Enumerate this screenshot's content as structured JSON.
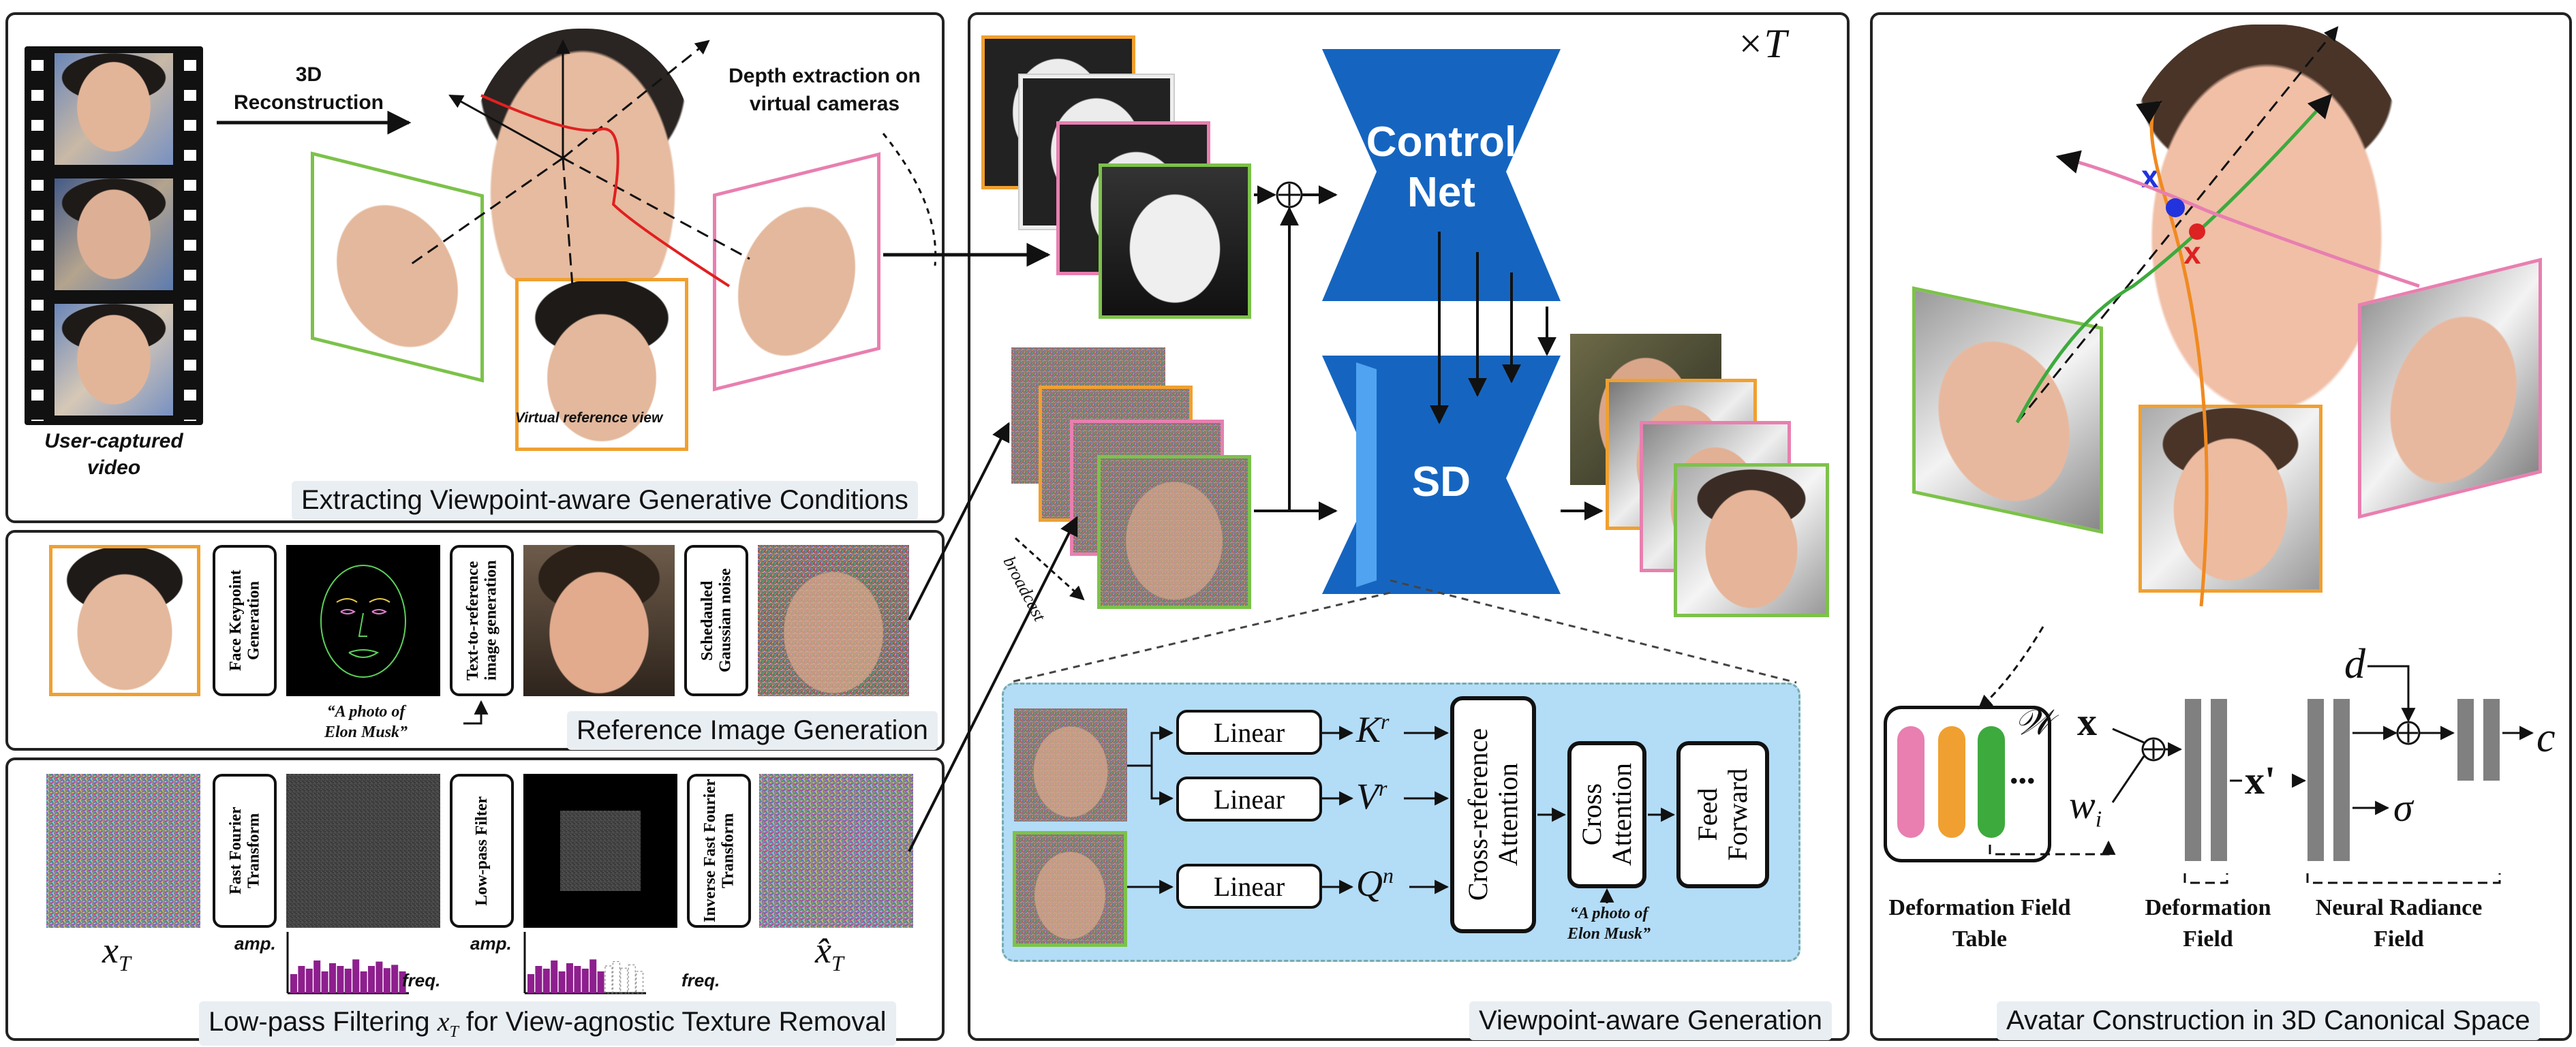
{
  "panels": {
    "extract": {
      "caption": "Extracting Viewpoint-aware Generative Conditions",
      "recon_label": "3D\nReconstruction",
      "depth_label": "Depth extraction on\nvirtual cameras",
      "video_label": "User-captured\nvideo",
      "virtual_ref_label": "Virtual reference view"
    },
    "reference": {
      "caption": "Reference Image Generation",
      "face_kp": "Face Keypoint Generation",
      "t2i": "Text-to-reference image generation",
      "noise": "Schedauled Gaussian noise",
      "prompt": "“A photo of\nElon Musk”"
    },
    "lowpass": {
      "caption_prefix": "Low-pass Filtering ",
      "caption_math": "x_T",
      "caption_suffix": " for View-agnostic Texture Removal",
      "fft": "Fast Fourier Transform",
      "lpf": "Low-pass Filter",
      "ifft": "Inverse Fast Fourier Transform",
      "xT": "x",
      "xT_sub": "T",
      "xhatT": "x̂",
      "xhatT_sub": "T",
      "amp": "amp.",
      "freq": "freq."
    },
    "generation": {
      "caption": "Viewpoint-aware Generation",
      "times_T": "×T",
      "controlnet": "Control\nNet",
      "sd": "SD",
      "broadcast": "broadcast",
      "linear": "Linear",
      "Kr": "K",
      "Kr_sup": "r",
      "Vr": "V",
      "Vr_sup": "r",
      "Qn": "Q",
      "Qn_sup": "n",
      "cross_ref": "Cross-reference\nAttention",
      "cross_attn": "Cross\nAttention",
      "feed_forward": "Feed\nForward",
      "prompt": "“A photo of\nElon Musk”"
    },
    "avatar": {
      "caption": "Avatar Construction in 3D Canonical Space",
      "x_label": "x",
      "xp_label": "x'",
      "W_label": "𝒲",
      "wi_label": "w",
      "wi_sub": "i",
      "d_label": "d",
      "c_label": "c",
      "sigma_label": "σ",
      "dots": "•••",
      "deform_table": "Deformation Field\nTable",
      "deform_field": "Deformation\nField",
      "nerf": "Neural Radiance\nField",
      "x_blue": "x",
      "x_red": "x"
    }
  },
  "colors": {
    "green": "#7cc24a",
    "orange": "#f0a030",
    "pink": "#e87fb0",
    "blue_net": "#1565c0",
    "attn_bg": "#b3dcf7",
    "caption_bg": "#e9eef3",
    "purple_hist": "#8e1f8e"
  }
}
